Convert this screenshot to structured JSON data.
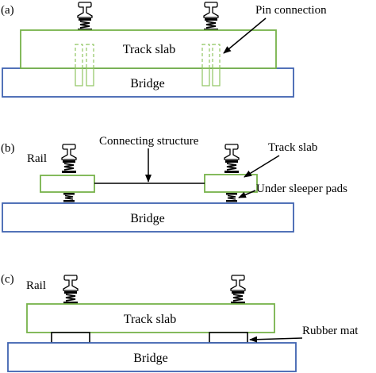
{
  "panels": [
    {
      "id": "a",
      "label": "(a)",
      "track_slab": "Track slab",
      "bridge": "Bridge",
      "pin_connection": "Pin connection"
    },
    {
      "id": "b",
      "label": "(b)",
      "rail": "Rail",
      "connecting_structure": "Connecting structure",
      "track_slab": "Track slab",
      "under_sleeper_pads": "Under sleeper pads",
      "bridge": "Bridge"
    },
    {
      "id": "c",
      "label": "(c)",
      "rail": "Rail",
      "track_slab": "Track slab",
      "rubber_mat": "Rubber mat",
      "bridge": "Bridge"
    }
  ],
  "colors": {
    "track_slab_outline": "#77b24a",
    "bridge_outline": "#3f63b0",
    "pin_outline": "#8fc561",
    "rubber_mat_outline": "#000000"
  }
}
